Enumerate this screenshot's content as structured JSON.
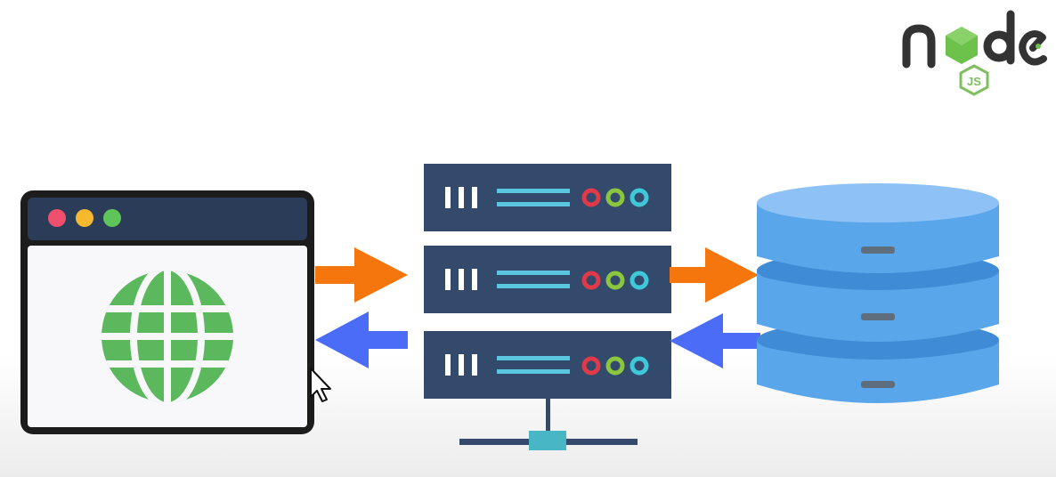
{
  "logo": {
    "text": "node",
    "badge_text": "JS",
    "icon": "nodejs-logo",
    "colors": {
      "letters": "#333333",
      "hexagon": "#6cc24a",
      "badge": "#7fbf5f"
    }
  },
  "browser": {
    "icon": "browser-window-icon",
    "content_icon": "globe-icon",
    "colors": {
      "frame": "#1c1c1c",
      "titlebar": "#2a3c58",
      "body": "#f8f8fb",
      "dot_close": "#f0506e",
      "dot_minimize": "#f5b82e",
      "dot_maximize": "#5fc45a",
      "globe": "#5cb85c"
    }
  },
  "arrows": {
    "request_color": "#f6760e",
    "response_color": "#4a6cf7",
    "icons": [
      "arrow-right-icon",
      "arrow-left-icon"
    ]
  },
  "server": {
    "icon": "server-rack-icon",
    "unit_count": 3,
    "colors": {
      "unit": "#344a6c",
      "lines": "#5bc6e0",
      "led_red": "#e03a48",
      "led_green": "#8cc63f",
      "led_cyan": "#3ec8d8",
      "network_base": "#344a6c",
      "network_connector": "#48b6c4"
    }
  },
  "database": {
    "icon": "database-cylinder-icon",
    "colors": {
      "top": "#8ec1f5",
      "side": "#5aa6ea",
      "band": "#3f8bd6",
      "slot": "#5f6e7d"
    }
  },
  "cursor": {
    "icon": "mouse-pointer-icon"
  }
}
